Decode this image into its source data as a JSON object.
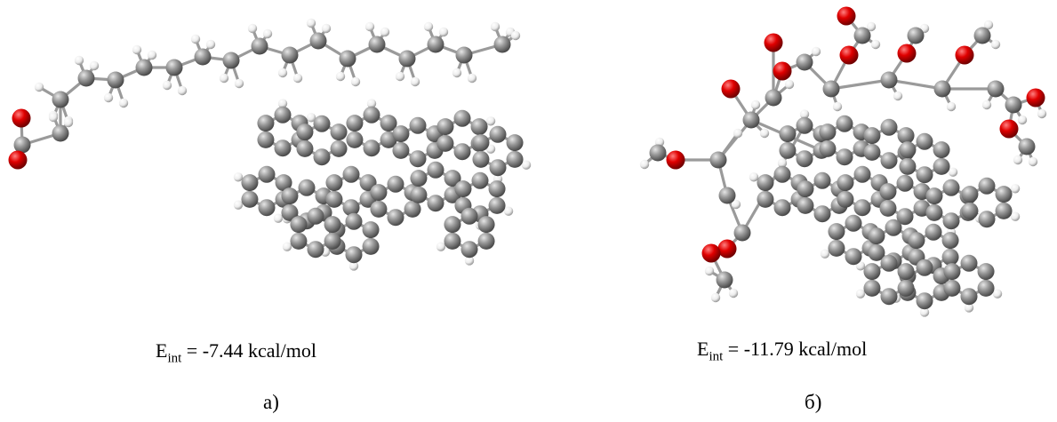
{
  "panels": [
    {
      "energy_symbol": "E",
      "energy_subscript": "int",
      "energy_value": " = -7.44 kcal/mol",
      "label": "а)"
    },
    {
      "energy_symbol": "E",
      "energy_subscript": "int",
      "energy_value": " = -11.79 kcal/mol",
      "label": "б)"
    }
  ],
  "colors": {
    "carbon": "#8c8c8c",
    "oxygen": "#d40000",
    "hydrogen": "#f0f0f0",
    "bond": "#9a9a9a"
  }
}
